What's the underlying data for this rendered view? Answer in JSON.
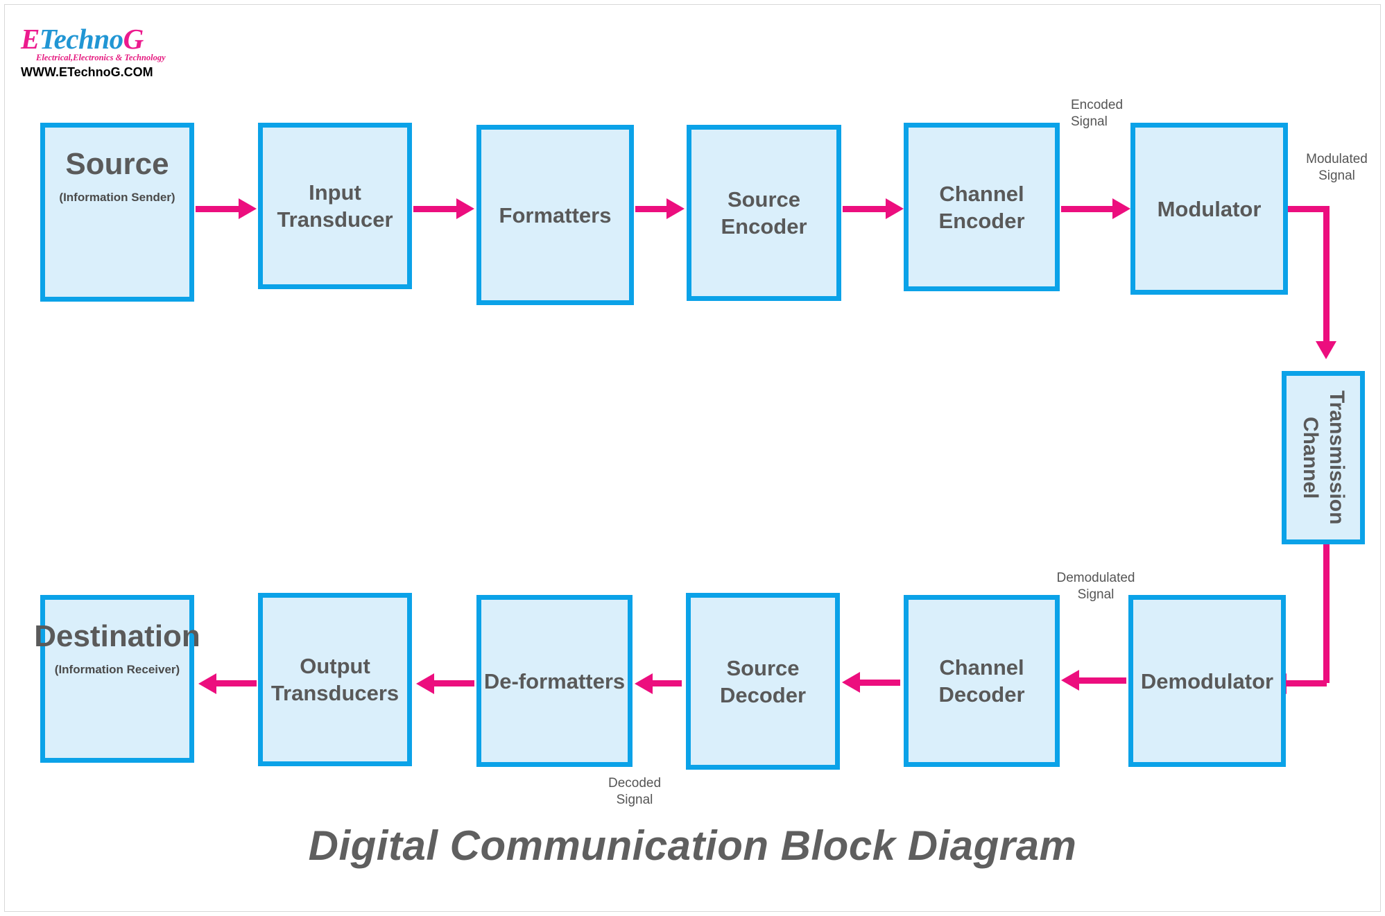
{
  "brand": {
    "logo_e": "E",
    "logo_tech": "Techno",
    "logo_g": "G",
    "tagline": "Electrical,Electronics & Technology",
    "url": "WWW.ETechnoG.COM",
    "colors": {
      "pink": "#ec1a8d",
      "blue": "#2196d4"
    }
  },
  "theme": {
    "block_border": "#0ba2e8",
    "block_fill": "#daeffb",
    "arrow": "#ec0e7e",
    "text": "#595959",
    "background": "#ffffff"
  },
  "diagram": {
    "title": "Digital Communication Block Diagram",
    "transmitter_chain": [
      {
        "id": "source",
        "title": "Source",
        "subtitle": "(Information Sender)"
      },
      {
        "id": "input-transducer",
        "title": "Input\nTransducer",
        "subtitle": ""
      },
      {
        "id": "formatters",
        "title": "Formatters",
        "subtitle": ""
      },
      {
        "id": "source-encoder",
        "title": "Source\nEncoder",
        "subtitle": ""
      },
      {
        "id": "channel-encoder",
        "title": "Channel\nEncoder",
        "subtitle": ""
      },
      {
        "id": "modulator",
        "title": "Modulator",
        "subtitle": ""
      }
    ],
    "channel": {
      "id": "transmission-channel",
      "title": "Transmission\nChannel"
    },
    "receiver_chain": [
      {
        "id": "destination",
        "title": "Destination",
        "subtitle": "(Information Receiver)"
      },
      {
        "id": "output-transducers",
        "title": "Output\nTransducers",
        "subtitle": ""
      },
      {
        "id": "de-formatters",
        "title": "De-formatters",
        "subtitle": ""
      },
      {
        "id": "source-decoder",
        "title": "Source\nDecoder",
        "subtitle": ""
      },
      {
        "id": "channel-decoder",
        "title": "Channel\nDecoder",
        "subtitle": ""
      },
      {
        "id": "demodulator",
        "title": "Demodulator",
        "subtitle": ""
      }
    ],
    "signal_labels": {
      "encoded": "Encoded\nSignal",
      "modulated": "Modulated\nSignal",
      "demodulated": "Demodulated\nSignal",
      "decoded": "Decoded\nSignal"
    }
  }
}
